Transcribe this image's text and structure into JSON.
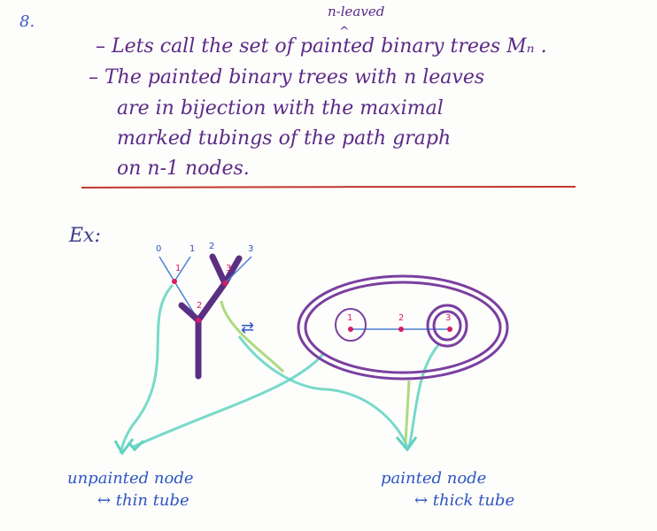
{
  "page_number": "8.",
  "notes": {
    "insert_above": "n-leaved",
    "insert_caret": "^",
    "line1": "– Lets call the set of painted binary trees Mₙ .",
    "line2": "– The painted binary trees with n leaves",
    "line3": "are in bijection with the maximal",
    "line4": "marked tubings of the path graph",
    "line5": "on n-1 nodes."
  },
  "example": {
    "label": "Ex:",
    "tree": {
      "leaf_labels": [
        "0",
        "1",
        "2",
        "3"
      ],
      "node_labels": [
        "1",
        "3",
        "2"
      ]
    },
    "graph": {
      "node_labels": [
        "1",
        "2",
        "3"
      ]
    },
    "bijection_arrow": "⇄",
    "labels": {
      "unpainted_line1": "unpainted node",
      "unpainted_line2": "↔ thin tube",
      "painted_line1": "painted node",
      "painted_line2": "↔ thick tube"
    }
  },
  "colors": {
    "ink_purple": "#5b2a86",
    "ink_blue": "#2f55c2",
    "divider_red": "#c0392b",
    "tree_purple": "#5a2f82",
    "tube_purple": "#7a3fa0",
    "node_pink": "#d81b60",
    "line_cyan": "#5fd3c0",
    "line_green": "#9fd36a"
  }
}
